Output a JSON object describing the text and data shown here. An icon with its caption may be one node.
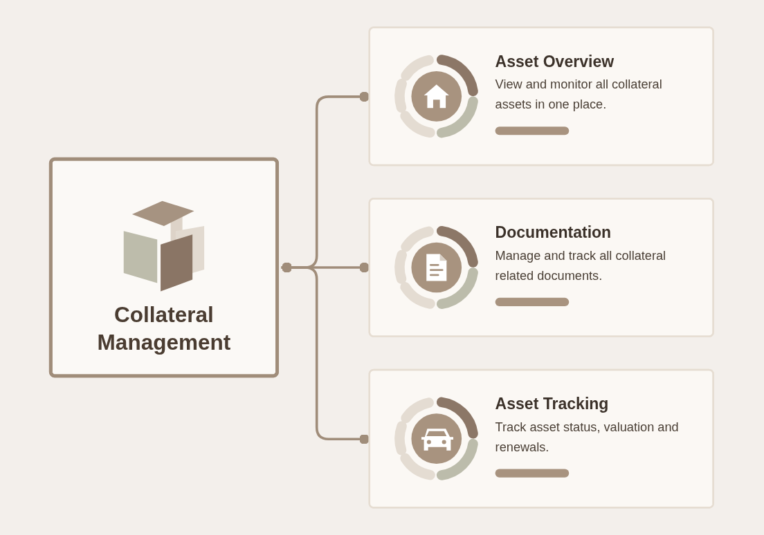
{
  "diagram": {
    "nodes": [
      {
        "text": [
          "Collateral Management"
        ]
      },
      {
        "text": [
          "Asset Overview",
          "View and monitor all collateral assets in one place."
        ]
      },
      {
        "text": [
          "Documentation",
          "Manage and track all collateral related documents."
        ]
      },
      {
        "text": [
          "Asset Tracking",
          "Track asset status, valuation and renewals."
        ]
      }
    ],
    "edges": [
      {
        "from": 0,
        "to": 1,
        "arrow": "other"
      },
      {
        "from": 0,
        "to": 2,
        "arrow": "other"
      },
      {
        "from": 0,
        "to": 3,
        "arrow": "other"
      }
    ]
  }
}
